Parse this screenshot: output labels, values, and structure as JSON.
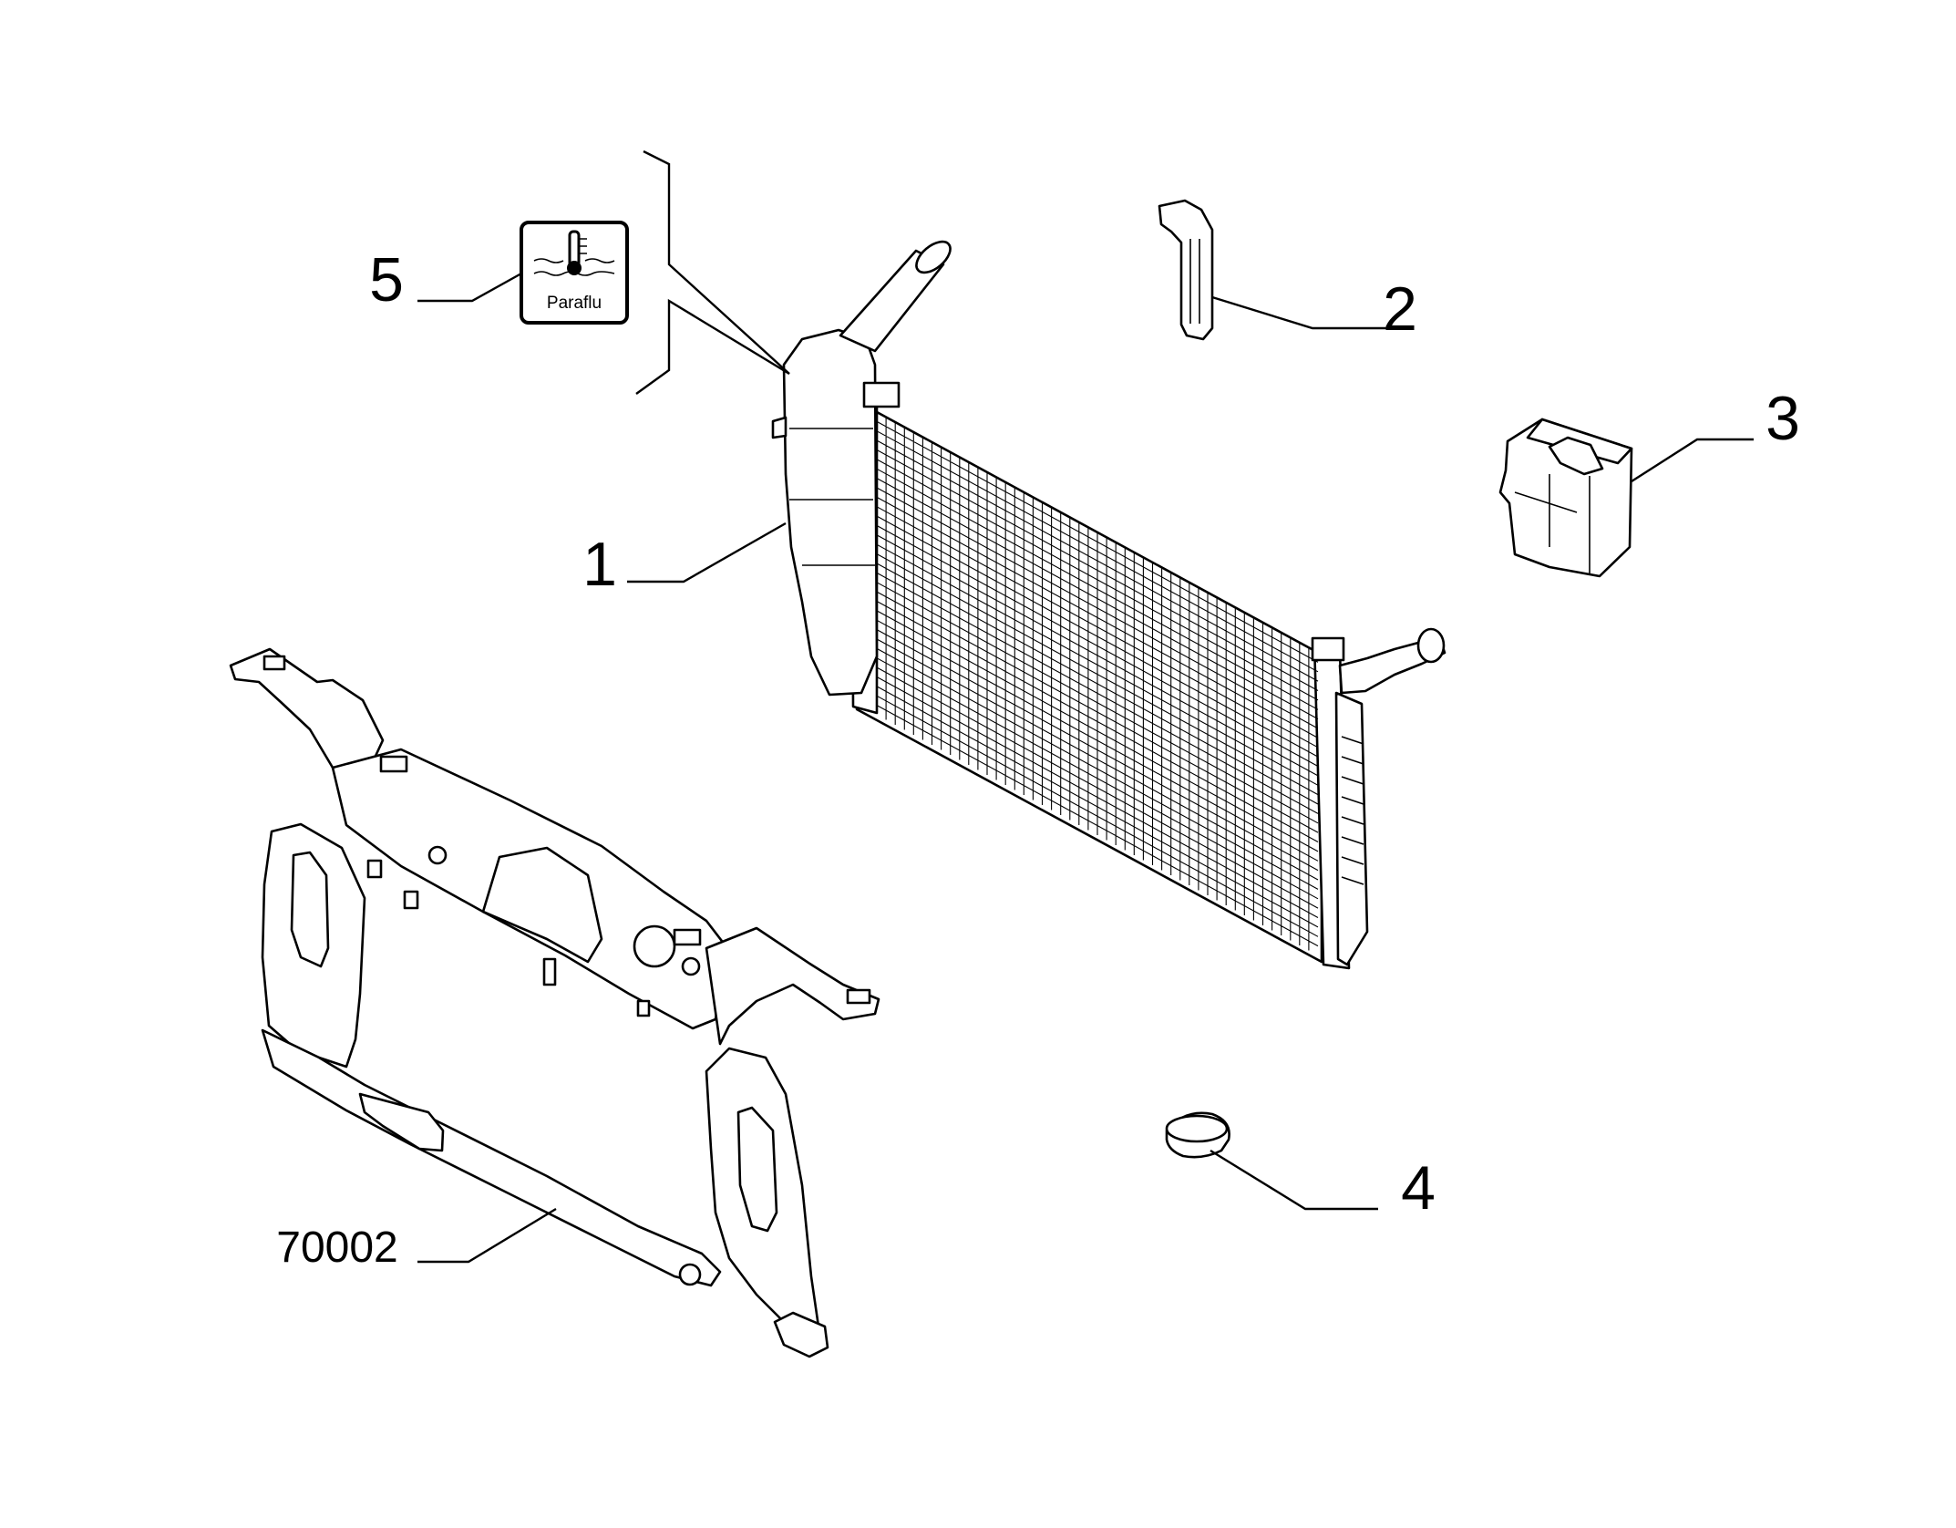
{
  "callouts": [
    {
      "id": "1",
      "label": "1",
      "part": "radiator-with-expansion-tank"
    },
    {
      "id": "2",
      "label": "2",
      "part": "bracket"
    },
    {
      "id": "3",
      "label": "3",
      "part": "mount-block"
    },
    {
      "id": "4",
      "label": "4",
      "part": "plug-cap"
    },
    {
      "id": "5",
      "label": "5",
      "part": "coolant-symbol"
    },
    {
      "id": "70002",
      "label": "70002",
      "part": "front-frame"
    }
  ],
  "symbol": {
    "text": "Paraflu",
    "icon": "thermometer-coolant-icon"
  },
  "colors": {
    "ink": "#000000",
    "paper": "#ffffff"
  }
}
